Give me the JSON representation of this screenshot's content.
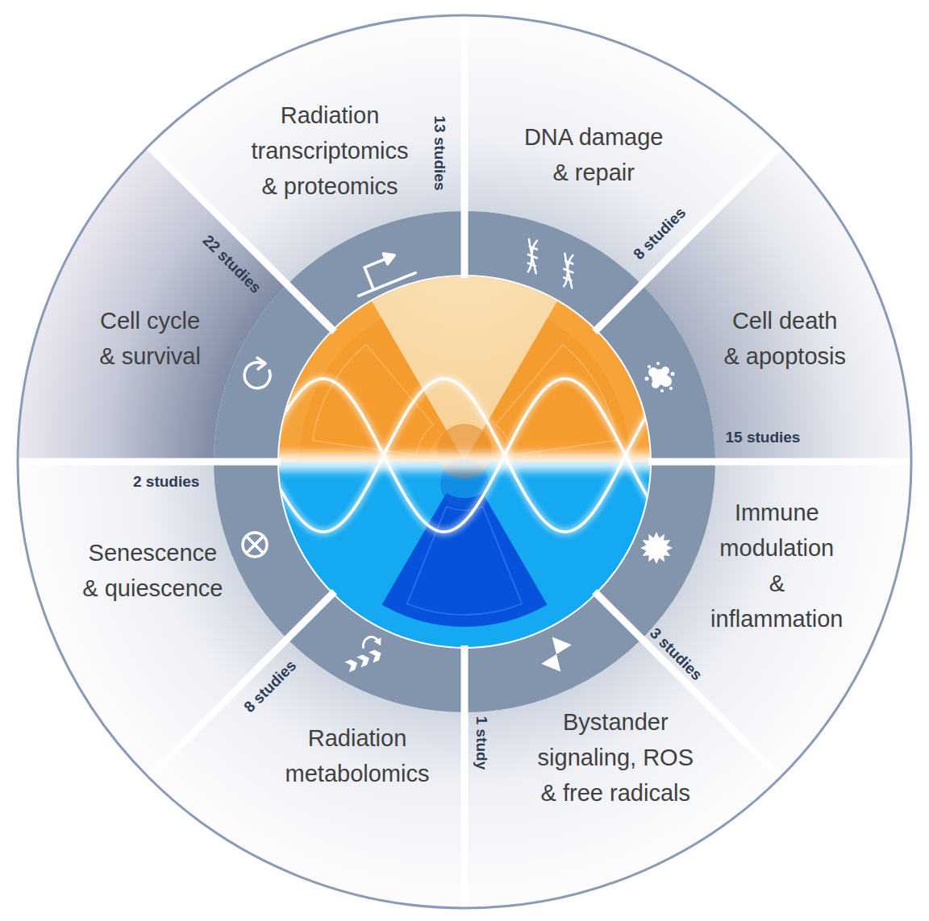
{
  "diagram": {
    "nodes": [
      {
        "text": [
          "Radiation transcriptomics & proteomics",
          "13 studies"
        ]
      },
      {
        "text": [
          "DNA damage & repair",
          "8 studies"
        ]
      },
      {
        "text": [
          "Cell death & apoptosis",
          "15 studies"
        ]
      },
      {
        "text": [
          "Immune modulation & inflammation",
          "3 studies"
        ]
      },
      {
        "text": [
          "Bystander signaling, ROS & free radicals",
          "1 study"
        ]
      },
      {
        "text": [
          "Radiation metabolomics",
          "8 studies"
        ]
      },
      {
        "text": [
          "Senescence & quiescence",
          "2 studies"
        ]
      },
      {
        "text": [
          "Cell cycle & survival",
          "22 studies"
        ]
      }
    ]
  }
}
